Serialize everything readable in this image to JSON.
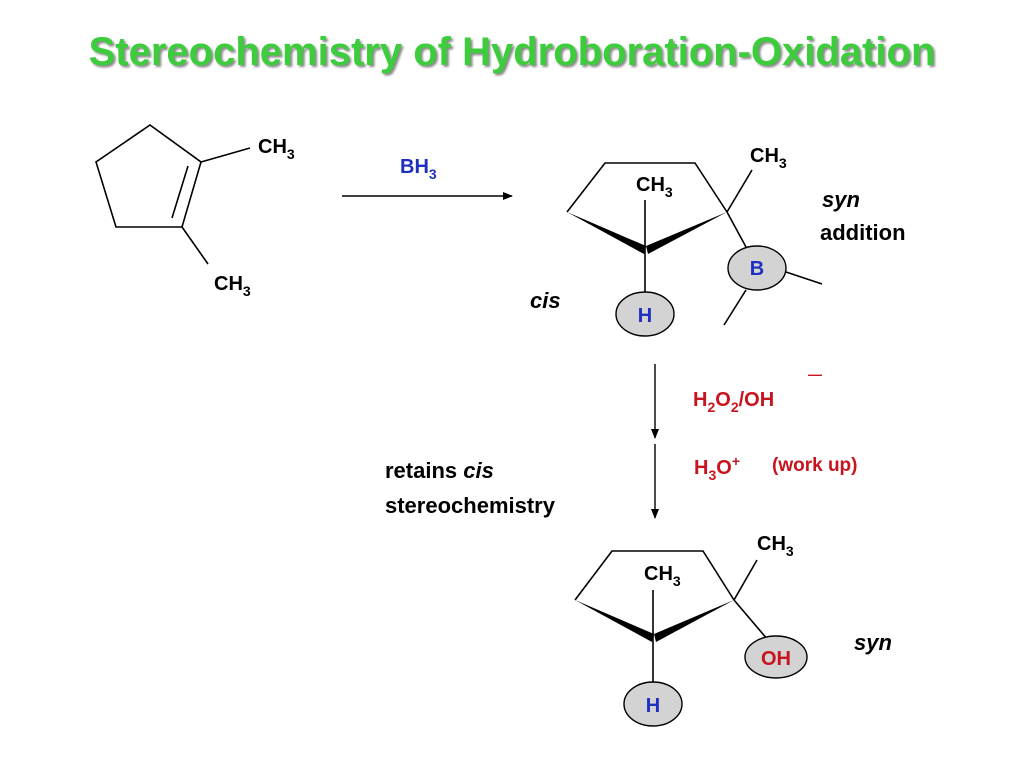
{
  "title": "Stereochemistry of Hydroboration-Oxidation",
  "colors": {
    "title": "#3ccc3c",
    "reagent_blue": "#1f2fbf",
    "reagent_red": "#c8141e",
    "circle_fill": "#d3d3d3"
  },
  "start_material": {
    "methyl_top": "CH",
    "methyl_top_sub": "3",
    "methyl_bottom": "CH",
    "methyl_bottom_sub": "3"
  },
  "step1": {
    "reagent": "BH",
    "reagent_sub": "3"
  },
  "intermediate": {
    "methyl_axial": "CH",
    "methyl_axial_sub": "3",
    "methyl_ring": "CH",
    "methyl_ring_sub": "3",
    "boron": "B",
    "hydrogen": "H",
    "label_cis": "cis",
    "label_syn": "syn",
    "label_addition": "addition"
  },
  "step2": {
    "reagent_a_h": "H",
    "reagent_a_sub1": "2",
    "reagent_a_o": "O",
    "reagent_a_sub2": "2",
    "reagent_a_tail": "/OH",
    "reagent_a_charge": "—",
    "reagent_b_h": "H",
    "reagent_b_sub": "3",
    "reagent_b_o": "O",
    "reagent_b_charge": "+",
    "workup": "(work up)"
  },
  "note": {
    "line1_a": "retains ",
    "line1_b": "cis",
    "line2": "stereochemistry"
  },
  "product": {
    "methyl_axial": "CH",
    "methyl_axial_sub": "3",
    "methyl_ring": "CH",
    "methyl_ring_sub": "3",
    "hydroxyl": "OH",
    "hydrogen": "H",
    "label_syn": "syn"
  }
}
